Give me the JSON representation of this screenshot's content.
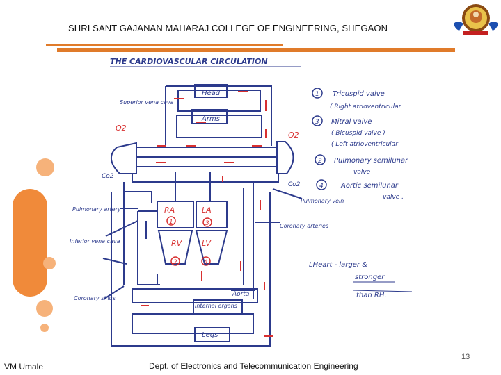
{
  "header": {
    "college": "SHRI SANT GAJANAN MAHARAJ COLLEGE OF ENGINEERING, SHEGAON"
  },
  "diagram": {
    "title": "THE CARDIOVASCULAR CIRCULATION",
    "organs": {
      "head": "Head",
      "arms": "Arms",
      "internal_organs": "Internal organs",
      "legs": "Legs"
    },
    "chambers": {
      "ra": "RA",
      "la": "LA",
      "rv": "RV",
      "lv": "LV"
    },
    "valve_numbers": [
      "1",
      "2",
      "3",
      "4"
    ],
    "gas_labels": {
      "o2_left": "O2",
      "o2_right": "O2",
      "co2_left": "Co2",
      "co2_right": "Co2"
    },
    "vessel_labels": {
      "superior_vena_cava": "Superior vena cava",
      "pulmonary_artery": "Pulmonary artery",
      "inferior_vena_cava": "Inferior vena cava",
      "coronary_sinus": "Coronary sinus",
      "pulmonary_vein": "Pulmonary vein",
      "coronary_arteries": "Coronary arteries",
      "aorta": "Aorta"
    },
    "legend": [
      {
        "num": "1",
        "text": "Tricuspid valve",
        "sub": "( Right atrioventricular"
      },
      {
        "num": "3",
        "text": "Mitral valve",
        "sub": "( Bicuspid valve )",
        "sub2": "( Left atrioventricular"
      },
      {
        "num": "2",
        "text": "Pulmonary semilunar",
        "sub": "valve"
      },
      {
        "num": "4",
        "text": "Aortic semilunar",
        "sub": "valve ."
      }
    ],
    "note": {
      "line1": "LHeart - larger &",
      "line2": "stronger",
      "line3": "than RH."
    }
  },
  "footer": {
    "author": "VM Umale",
    "department": "Dept. of Electronics and Telecommunication Engineering",
    "page": "13"
  },
  "colors": {
    "accent": "#e07b2a",
    "ink_blue": "#2c3a8c",
    "ink_red": "#d83030"
  }
}
